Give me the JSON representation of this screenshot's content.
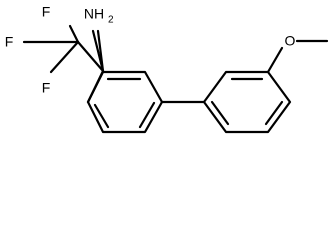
{
  "molecule": {
    "labels": {
      "f_top": "F",
      "f_mid": "F",
      "f_bottom": "F",
      "amine": "NH",
      "amine_subscript": "2",
      "oxygen": "O"
    }
  }
}
